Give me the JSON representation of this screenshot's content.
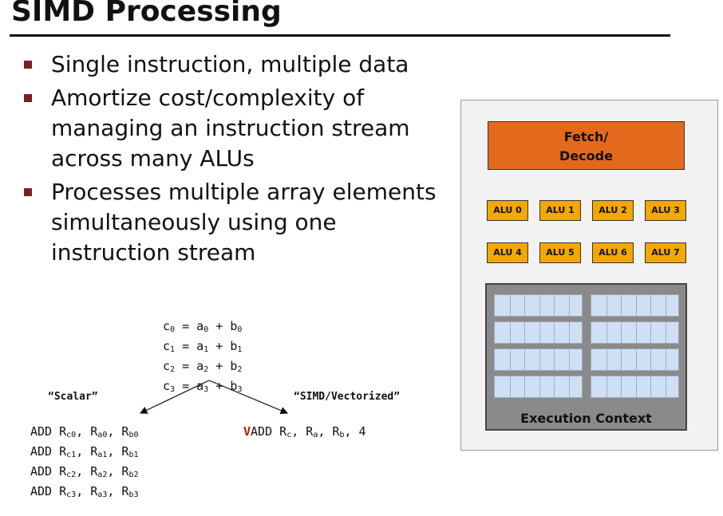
{
  "slide": {
    "title": "SIMD Processing",
    "bullets": [
      "Single instruction, multiple data",
      "Amortize cost/complexity of managing an  instruction stream across many ALUs",
      "Processes multiple array elements  simultaneously using one instruction stream"
    ]
  },
  "equations": {
    "lines": [
      {
        "lhs": "c",
        "i": "0",
        "a": "a",
        "b": "b"
      },
      {
        "lhs": "c",
        "i": "1",
        "a": "a",
        "b": "b"
      },
      {
        "lhs": "c",
        "i": "2",
        "a": "a",
        "b": "b"
      },
      {
        "lhs": "c",
        "i": "3",
        "a": "a",
        "b": "b"
      }
    ]
  },
  "labels": {
    "scalar": "“Scalar”",
    "simd": "“SIMD/Vectorized”"
  },
  "scalar_code": [
    {
      "op": "ADD",
      "r1": "c0",
      "r2": "a0",
      "r3": "b0"
    },
    {
      "op": "ADD",
      "r1": "c1",
      "r2": "a1",
      "r3": "b1"
    },
    {
      "op": "ADD",
      "r1": "c2",
      "r2": "a2",
      "r3": "b2"
    },
    {
      "op": "ADD",
      "r1": "c3",
      "r2": "a3",
      "r3": "b3"
    }
  ],
  "vector_code": {
    "prefix": "V",
    "op": "ADD",
    "r1": "c",
    "r2": "a",
    "r3": "b",
    "count": "4"
  },
  "core": {
    "fetch_decode": [
      "Fetch/",
      "Decode"
    ],
    "alus_row1": [
      "ALU 0",
      "ALU 1",
      "ALU 2",
      "ALU 3"
    ],
    "alus_row2": [
      "ALU 4",
      "ALU 5",
      "ALU 6",
      "ALU 7"
    ],
    "execution_context": "Execution Context",
    "colors": {
      "fetch": "#e36a1c",
      "alu": "#f3a800",
      "context": "#8a8a8a",
      "registers": "#cfe0f5",
      "accent": "#b51a00"
    }
  }
}
